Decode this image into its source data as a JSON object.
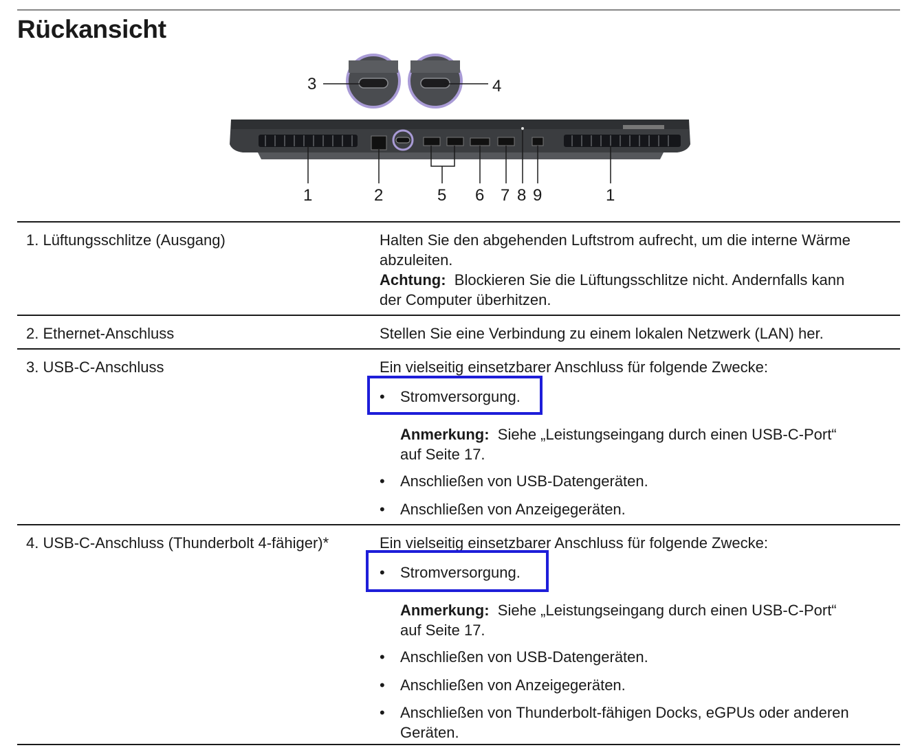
{
  "heading": "Rückansicht",
  "figure": {
    "callouts": [
      "3",
      "4",
      "1",
      "2",
      "5",
      "6",
      "7",
      "8",
      "9",
      "1"
    ]
  },
  "rows": [
    {
      "label": "1. Lüftungsschlitze (Ausgang)",
      "desc_line1": "Halten Sie den abgehenden Luftstrom aufrecht, um die interne Wärme",
      "desc_line2": "abzuleiten.",
      "caution_label": "Achtung:",
      "caution_line1": "Blockieren Sie die Lüftungsschlitze nicht. Andernfalls kann",
      "caution_line2": "der Computer überhitzen."
    },
    {
      "label": "2. Ethernet-Anschluss",
      "desc": "Stellen Sie eine Verbindung zu einem lokalen Netzwerk (LAN) her."
    },
    {
      "label": "3. USB-C-Anschluss",
      "intro": "Ein vielseitig einsetzbarer Anschluss für folgende Zwecke:",
      "bullets": [
        "Stromversorgung.",
        "Anschließen von USB-Datengeräten.",
        "Anschließen von Anzeigegeräten."
      ],
      "note_label": "Anmerkung:",
      "note_line1": "Siehe „Leistungseingang durch einen USB-C-Port“",
      "note_line2": "auf Seite 17."
    },
    {
      "label": "4. USB-C-Anschluss (Thunderbolt 4-fähiger)*",
      "intro": "Ein vielseitig einsetzbarer Anschluss für folgende Zwecke:",
      "bullets": [
        "Stromversorgung.",
        "Anschließen von USB-Datengeräten.",
        "Anschließen von Anzeigegeräten.",
        "Anschließen von Thunderbolt-fähigen Docks, eGPUs oder anderen",
        "Geräten."
      ],
      "note_label": "Anmerkung:",
      "note_line1": "Siehe „Leistungseingang durch einen USB-C-Port“",
      "note_line2": "auf Seite 17."
    }
  ],
  "bullet_char": "•",
  "colors": {
    "highlight": "#1e1ed9",
    "text": "#1a1a1a",
    "laptop_body": "#3b3d40",
    "callout_ring": "#a99bd6"
  }
}
